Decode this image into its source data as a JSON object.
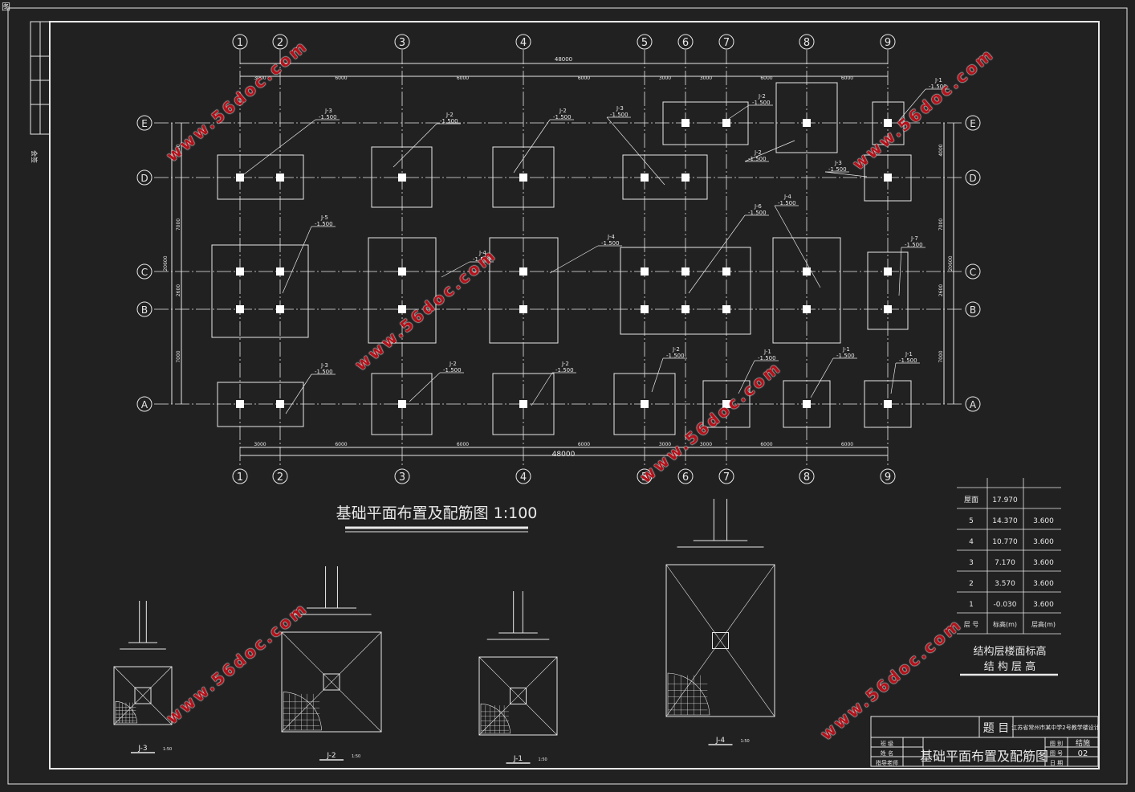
{
  "corner_label": "图",
  "margin_label": "会签",
  "columns": [
    "1",
    "2",
    "3",
    "4",
    "5",
    "6",
    "7",
    "8",
    "9"
  ],
  "rows": [
    "E",
    "D",
    "C",
    "B",
    "A"
  ],
  "overall_dimension": "48000",
  "top_dims": [
    "3000",
    "6000",
    "6000",
    "6000",
    "3000",
    "3000",
    "6000",
    "6000"
  ],
  "bottom_dims": [
    "3000",
    "6000",
    "6000",
    "6000",
    "3000",
    "3000",
    "6000",
    "6000"
  ],
  "left_dims": [
    "4000",
    "7000",
    "2600",
    "7000"
  ],
  "left_total": "20600",
  "right_dims": [
    "4000",
    "7000",
    "2600",
    "7000"
  ],
  "right_total": "20600",
  "footing_tags": [
    {
      "name": "J-3",
      "elev": "-1.500"
    },
    {
      "name": "J-2",
      "elev": "-1.500"
    },
    {
      "name": "J-2",
      "elev": "-1.500"
    },
    {
      "name": "J-3",
      "elev": "-1.500"
    },
    {
      "name": "J-3",
      "elev": "-1.500"
    },
    {
      "name": "J-2",
      "elev": "-1.500"
    },
    {
      "name": "J-2",
      "elev": "-1.500"
    },
    {
      "name": "J-1",
      "elev": "-1.500"
    },
    {
      "name": "J-5",
      "elev": "-1.500"
    },
    {
      "name": "J-4",
      "elev": "-1.500"
    },
    {
      "name": "J-4",
      "elev": "-1.500"
    },
    {
      "name": "J-6",
      "elev": "-1.500"
    },
    {
      "name": "J-4",
      "elev": "-1.500"
    },
    {
      "name": "J-7",
      "elev": "-1.500"
    },
    {
      "name": "J-3",
      "elev": "-1.500"
    },
    {
      "name": "J-2",
      "elev": "-1.500"
    },
    {
      "name": "J-2",
      "elev": "-1.500"
    },
    {
      "name": "J-2",
      "elev": "-1.500"
    },
    {
      "name": "J-1",
      "elev": "-1.500"
    },
    {
      "name": "J-1",
      "elev": "-1.500"
    },
    {
      "name": "J-1",
      "elev": "-1.500"
    }
  ],
  "plan_title": "基础平面布置及配筋图  1:100",
  "details": [
    {
      "label": "J-3",
      "scale": "1:50"
    },
    {
      "label": "J-2",
      "scale": "1:50"
    },
    {
      "label": "J-1",
      "scale": "1:50"
    },
    {
      "label": "J-4",
      "scale": "1:50"
    }
  ],
  "level_table": {
    "rows": [
      [
        "屋面",
        "17.970",
        ""
      ],
      [
        "5",
        "14.370",
        "3.600"
      ],
      [
        "4",
        "10.770",
        "3.600"
      ],
      [
        "3",
        "7.170",
        "3.600"
      ],
      [
        "2",
        "3.570",
        "3.600"
      ],
      [
        "1",
        "-0.030",
        "3.600"
      ]
    ],
    "headers": [
      "层 号",
      "标高(m)",
      "层高(m)"
    ],
    "caption1": "结构层楼面标高",
    "caption2": "结 构 层 高"
  },
  "title_block": {
    "topic_label": "题 目",
    "project": "江苏省常州市某中学2号教学楼设计",
    "drawing_name": "基础平面布置及配筋图",
    "left_labels": [
      "班 级",
      "姓 名",
      "指导老师"
    ],
    "right_labels": [
      "图 别",
      "图 号",
      "日 期"
    ],
    "category": "结施",
    "number": "02"
  },
  "watermark": "www.56doc.com"
}
